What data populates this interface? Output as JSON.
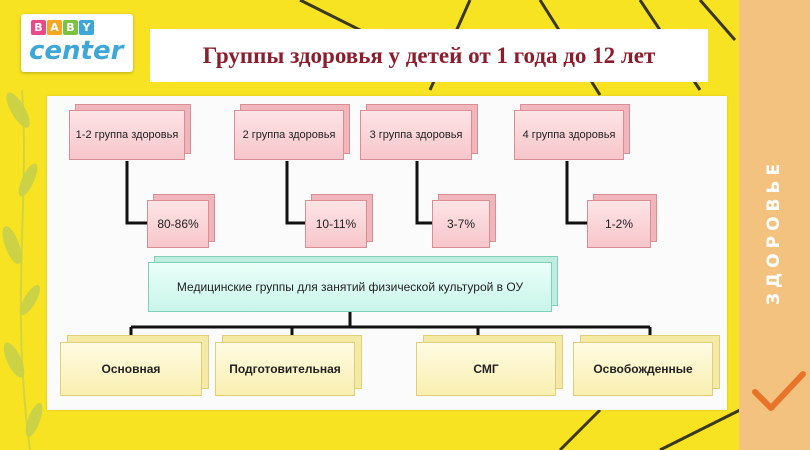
{
  "logo": {
    "letters": [
      {
        "char": "B",
        "color": "#e94a8a"
      },
      {
        "char": "A",
        "color": "#f5a623"
      },
      {
        "char": "B",
        "color": "#7dc142"
      },
      {
        "char": "Y",
        "color": "#3ea7d8"
      }
    ],
    "word": "center"
  },
  "title": "Группы здоровья у детей от 1 года до 12 лет",
  "diagram": {
    "groups": [
      {
        "label": "1-2 группа здоровья",
        "value": "80-86%"
      },
      {
        "label": "2 группа здоровья",
        "value": "10-11%"
      },
      {
        "label": "3 группа здоровья",
        "value": "3-7%"
      },
      {
        "label": "4 группа здоровья",
        "value": "1-2%"
      }
    ],
    "center_label": "Медицинские группы для занятий физической культурой в ОУ",
    "categories": [
      "Основная",
      "Подготовительная",
      "СМГ",
      "Освобожденные"
    ]
  },
  "sidebar": {
    "label": "ЗДОРОВЬЕ"
  },
  "colors": {
    "background": "#f7e321",
    "title_text": "#8b1d2c",
    "sidebar": "#f2c27e",
    "checkmark": "#e8742a",
    "connector": "#111111"
  },
  "icons": {
    "checkmark": "checkmark-icon"
  }
}
